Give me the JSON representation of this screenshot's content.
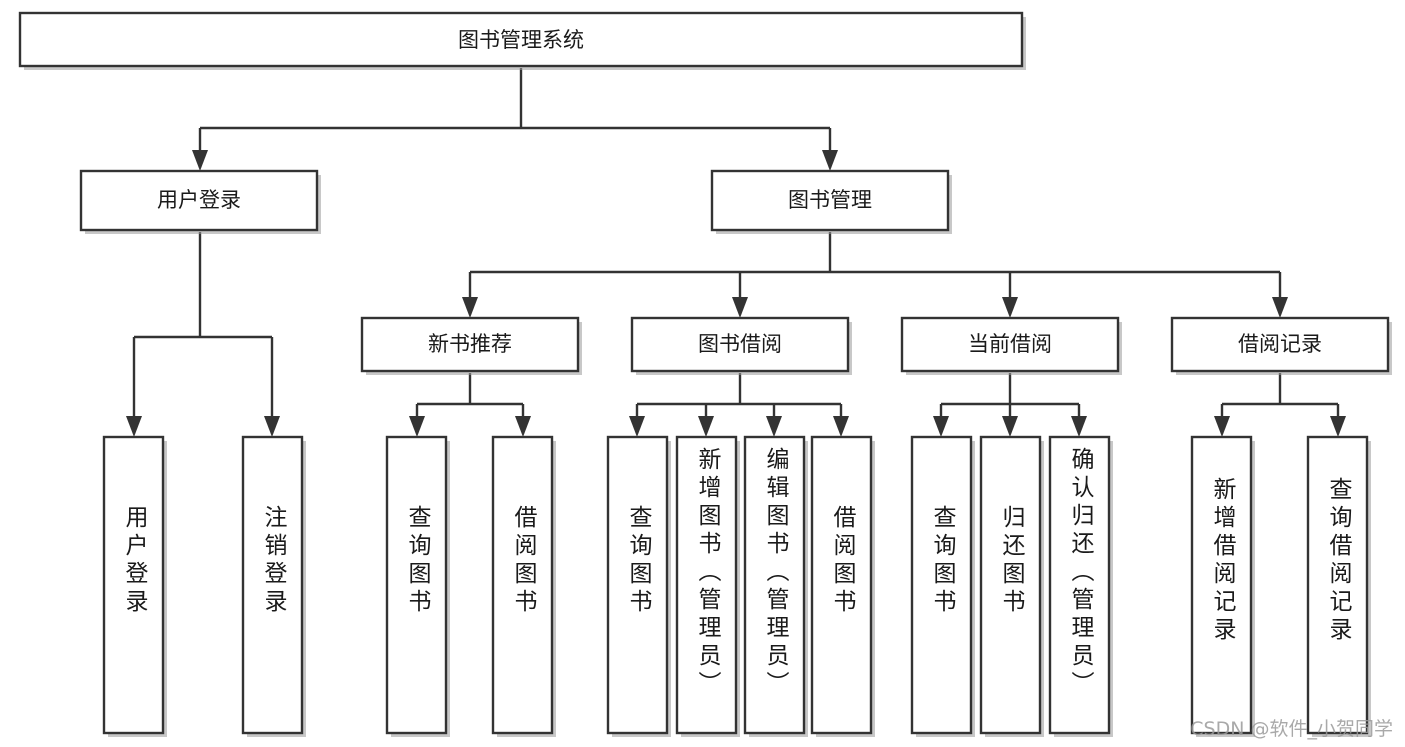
{
  "diagram": {
    "type": "tree-hierarchy-chart",
    "title": "图书管理系统",
    "orientation": "top-down",
    "colors": {
      "box_fill": "#ffffff",
      "box_stroke": "#333333",
      "text": "#1a1a1a",
      "watermark": "#9b9b9b",
      "background": "#ffffff"
    },
    "levels": {
      "level1": [
        {
          "id": "root",
          "label": "图书管理系统"
        }
      ],
      "level2": [
        {
          "id": "user-login",
          "label": "用户登录"
        },
        {
          "id": "book-manage",
          "label": "图书管理"
        }
      ],
      "level3": [
        {
          "id": "new-book-rec",
          "label": "新书推荐"
        },
        {
          "id": "book-borrow",
          "label": "图书借阅"
        },
        {
          "id": "current-borrow",
          "label": "当前借阅"
        },
        {
          "id": "borrow-record",
          "label": "借阅记录"
        }
      ]
    },
    "leaves": {
      "user-login": [
        {
          "id": "leaf-user-login",
          "label": "用户登录"
        },
        {
          "id": "leaf-user-logout",
          "label": "注销登录"
        }
      ],
      "new-book-rec": [
        {
          "id": "leaf-query-book-1",
          "label": "查询图书"
        },
        {
          "id": "leaf-borrow-book-1",
          "label": "借阅图书"
        }
      ],
      "book-borrow": [
        {
          "id": "leaf-query-book-2",
          "label": "查询图书"
        },
        {
          "id": "leaf-add-book",
          "label": "新增图书（管理员）"
        },
        {
          "id": "leaf-edit-book",
          "label": "编辑图书（管理员）"
        },
        {
          "id": "leaf-borrow-book-2",
          "label": "借阅图书"
        }
      ],
      "current-borrow": [
        {
          "id": "leaf-query-book-3",
          "label": "查询图书"
        },
        {
          "id": "leaf-return-book",
          "label": "归还图书"
        },
        {
          "id": "leaf-confirm-return",
          "label": "确认归还（管理员）"
        }
      ],
      "borrow-record": [
        {
          "id": "leaf-add-record",
          "label": "新增借阅记录"
        },
        {
          "id": "leaf-query-record",
          "label": "查询借阅记录"
        }
      ]
    }
  },
  "watermark": {
    "text": "CSDN @软件_小贺同学"
  }
}
